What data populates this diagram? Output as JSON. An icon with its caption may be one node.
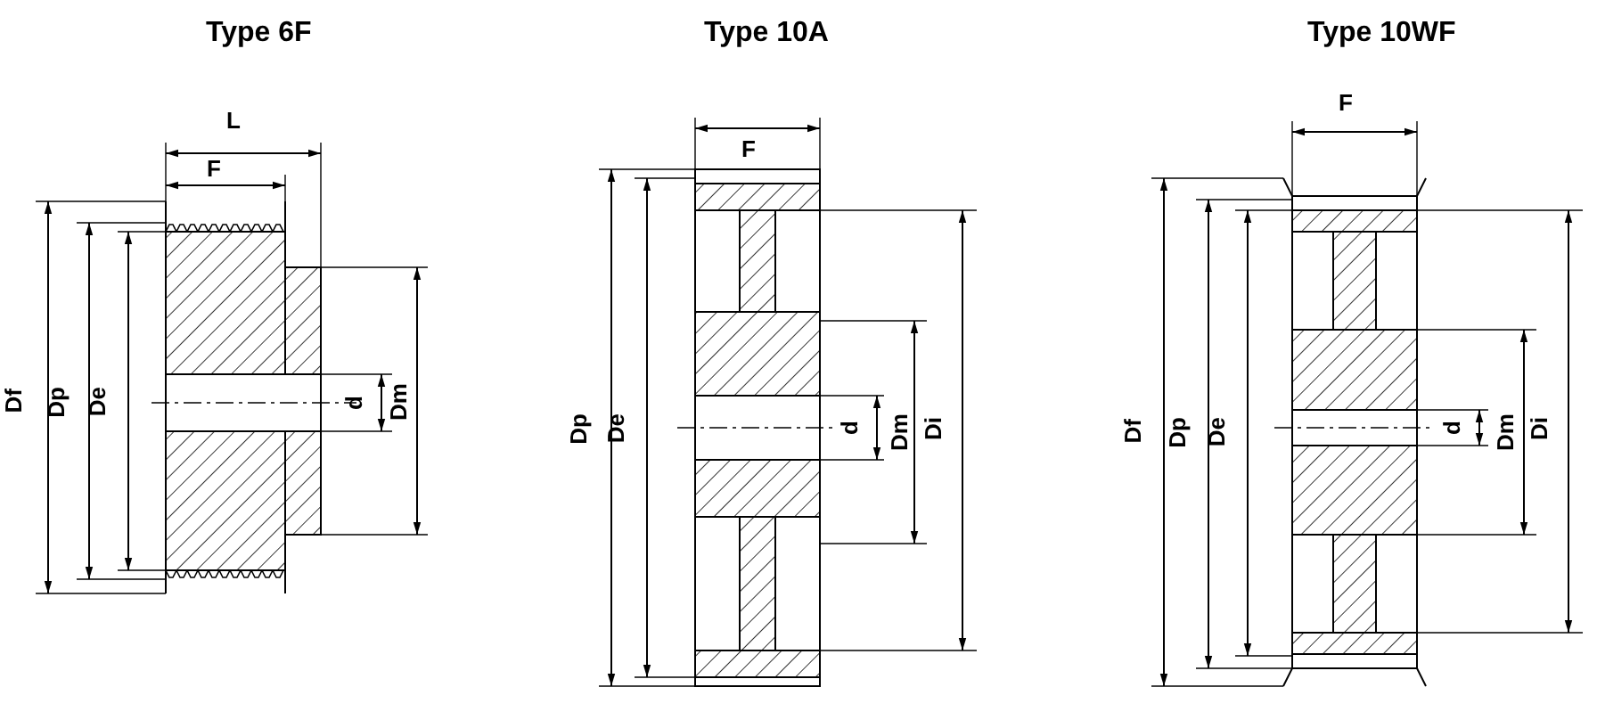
{
  "diagram": {
    "labels": [
      "Type 6F",
      "L",
      "F",
      "Df",
      "Dp",
      "De",
      "d",
      "Dm",
      "Type 10A",
      "F",
      "Dp",
      "De",
      "d",
      "Dm",
      "Di",
      "Type 10WF",
      "F",
      "Df",
      "Dp",
      "De",
      "d",
      "Dm",
      "Di"
    ]
  }
}
